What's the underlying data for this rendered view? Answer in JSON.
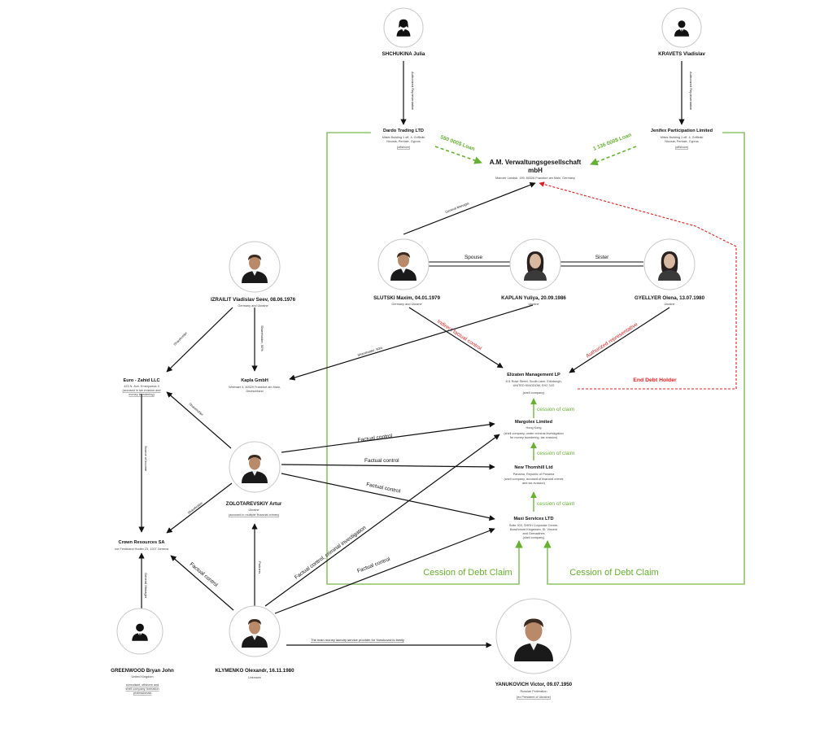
{
  "people": {
    "shchukina": {
      "name": "SHCHUKINA Julia"
    },
    "kravets": {
      "name": "KRAVETS Vladislav"
    },
    "slutski": {
      "name": "SLUTSKI Maxim, 04.01.1979",
      "country": "Germany and Ukraine"
    },
    "kaplan": {
      "name": "KAPLAN Yuliya, 20.09.1986",
      "country": "Ukraine"
    },
    "gyellyer": {
      "name": "GYELLYER Olena, 13.07.1980",
      "country": "Ukraine"
    },
    "izrailit": {
      "name": "IZRAILIT Vladislav Seev, 08.06.1976",
      "country": "Germany and Ukraine"
    },
    "zolotarevskiy": {
      "name": "ZOLOTAREVSKIY Artur",
      "country": "Ukraine",
      "note": "(accused in multiple financial crimes)"
    },
    "greenwood": {
      "name": "GREENWOOD Bryan John",
      "country": "United Kingdom",
      "note_lines": [
        "consultant, offshore and",
        "shell company formation",
        "professionals"
      ]
    },
    "klymenko": {
      "name": "KLYMENKO Olexandr, 16.11.1980",
      "country": "Unknown"
    },
    "yanukovich": {
      "name": "YANUKOVICH Victor, 09.07.1950",
      "country": "Russian Federation",
      "note": "(ex President of Ukraine)"
    }
  },
  "companies": {
    "dardo": {
      "name": "Dardo Trading LTD",
      "address_lines": [
        "Mitsis Building 1 off. 4, Griffiniki",
        "Nicosia, Pentale, Cyprus"
      ],
      "note": "(offshore)"
    },
    "jenifex": {
      "name": "Jenifex Participation Limited",
      "address_lines": [
        "Mitsis Building 1 off. 4, Griffiniki",
        "Nicosia, Pentale, Cyprus"
      ],
      "note": "(offshore)"
    },
    "am": {
      "name_line1": "A.M. Verwaltungsgesellschaft",
      "name_line2": "mbH",
      "address": "Mainzer Landstr. 195, 60326 Frankfurt am Main, Germany"
    },
    "elizaten": {
      "name": "Elizaten Management LP",
      "address_lines": [
        "101 Rose Street, South Lane, Edinburgh,",
        "UNITED KINGDOM, EH2 3JG"
      ],
      "note": "(shell company)"
    },
    "margolex": {
      "name": "Margolex Limited",
      "address_lines": [
        "Hong Kong"
      ],
      "note_lines": [
        "(shell company, under criminal investigation",
        "for money laundering, tax evasion)"
      ]
    },
    "newthornhill": {
      "name": "New Thornhill Ltd",
      "address_lines": [
        "Panama, Republic of Panama"
      ],
      "note_lines": [
        "(shell company, accused of financial crimes",
        "and tax evasion)"
      ]
    },
    "maxi": {
      "name": "Maxi Services LTD",
      "address_lines": [
        "Suite 303, SHRH Corporate Centre,",
        "Beachmont Kingstown, St. Vincent",
        "and Grenadines"
      ],
      "note": "(shell company)"
    },
    "euro": {
      "name": "Euro - Zahid LLC",
      "address_lines": [
        "423 N. Ave. Emeryweck 3"
      ],
      "note_lines": [
        "(accused in tax evasion and",
        "money laundering)"
      ]
    },
    "kapla": {
      "name": "Kapla GmbH",
      "address_lines": [
        "Weimaer 4, 60329 Frankfurt am Main,",
        "Deutschland"
      ]
    },
    "crown": {
      "name": "Crown Resources SA",
      "address_lines": [
        "rue Ferdinand Hodler 23, 1207 Geneva"
      ]
    }
  },
  "edges": {
    "auth_rep_1": "Authorized Representative",
    "auth_rep_2": "Authorized Representative",
    "loan_1": "550 000$  Loan",
    "loan_2": "1 136 000$  Loan",
    "general_manager": "General Manager",
    "spouse": "Spouse",
    "sister": "Sister",
    "indirect_control": "Indirect factual control",
    "authorized_representative": "Authorized representative",
    "end_debt_holder": "End Debt Holder",
    "cession_1": "cession of claim",
    "cession_2": "cession of claim",
    "cession_3": "cession of claim",
    "factual_control_1": "Factual control",
    "factual_control_2": "Factual control",
    "factual_control_3": "Factual control",
    "factual_control_criminal": "Factual control, criminal investigation",
    "factual_control_4": "Factual control",
    "factual_control_5": "Factual control",
    "shareholder_izr_euro": "Shareholder",
    "shareholder_izr_kapla": "Shareholder, 50%",
    "shareholder_kap_kapla": "Shareholder, 50%",
    "shareholder_zol_euro": "Shareholder",
    "shareholder_zol_crown": "Shareholder",
    "source_of_income": "Source of income",
    "general_manager_crown": "General Manager",
    "partners": "Partners",
    "money_laundry": "The main money laundry service provider for Yanukovich's family",
    "cession_debt_1": "Cession of Debt Claim",
    "cession_debt_2": "Cession of Debt Claim"
  },
  "colors": {
    "green": "#66b032",
    "red": "#e02020",
    "black": "#111111",
    "frame": "#8fc26a"
  }
}
